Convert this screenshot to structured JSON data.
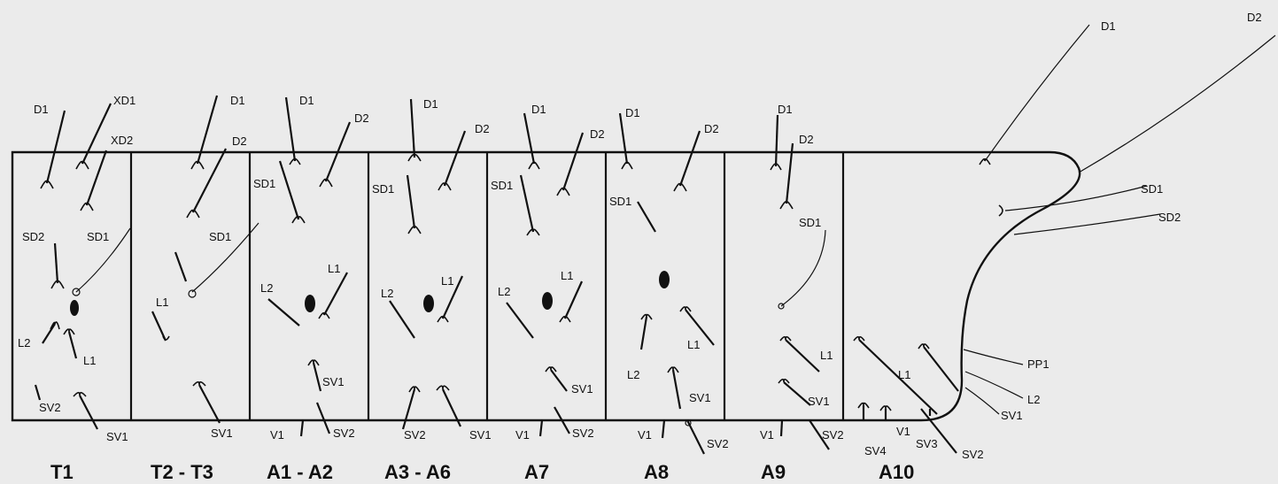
{
  "segments": [
    "T1",
    "T2 - T3",
    "A1 - A2",
    "A3 - A6",
    "A7",
    "A8",
    "A9",
    "A10"
  ],
  "setae": {
    "t1": [
      "D1",
      "XD1",
      "XD2",
      "SD2",
      "SD1",
      "L2",
      "L1",
      "SV2",
      "SV1"
    ],
    "t2t3": [
      "D1",
      "D2",
      "SD1",
      "L1",
      "SV1"
    ],
    "a1a2": [
      "D1",
      "D2",
      "SD1",
      "L2",
      "L1",
      "SV1",
      "V1",
      "SV2"
    ],
    "a3a6": [
      "D1",
      "D2",
      "SD1",
      "L2",
      "L1",
      "SV2",
      "SV1"
    ],
    "a7": [
      "D1",
      "D2",
      "SD1",
      "L2",
      "L1",
      "SV1",
      "V1",
      "SV2"
    ],
    "a8": [
      "D1",
      "D2",
      "SD1",
      "L2",
      "L1",
      "SV1",
      "V1",
      "SV2"
    ],
    "a9": [
      "D1",
      "D2",
      "SD1",
      "L1",
      "SV1",
      "V1",
      "SV2"
    ],
    "a10": [
      "D1",
      "D2",
      "SD1",
      "SD2",
      "PP1",
      "L2",
      "SV1",
      "L1",
      "SV2",
      "SV3",
      "V1",
      "SV4"
    ]
  }
}
